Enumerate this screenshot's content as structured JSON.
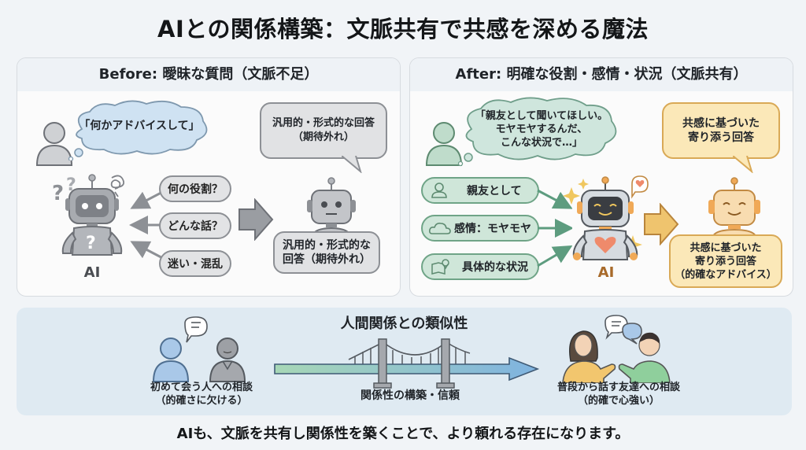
{
  "title": "AIとの関係構築：文脈共有で共感を深める魔法",
  "before": {
    "heading": "Before: 曖昧な質問（文脈不足）",
    "user_thought": "「何かアドバイスして」",
    "ai_label": "AI",
    "confusions": [
      "何の役割？",
      "どんな話？",
      "迷い・混乱"
    ],
    "response_bubble": "汎用的・形式的な回答\n（期待外れ）",
    "response_box": "汎用的・形式的な\n回答（期待外れ）"
  },
  "after": {
    "heading": "After: 明確な役割・感情・状況（文脈共有）",
    "user_thought": "「親友として聞いてほしい。\nモヤモヤするんだ、\nこんな状況で…」",
    "ai_label": "AI",
    "contexts": [
      {
        "icon": "person-icon",
        "label": "親友として"
      },
      {
        "icon": "cloud-icon",
        "label": "感情：モヤモヤ"
      },
      {
        "icon": "map-pin-icon",
        "label": "具体的な状況"
      }
    ],
    "response_bubble": "共感に基づいた\n寄り添う回答",
    "response_box": "共感に基づいた\n寄り添う回答\n（的確なアドバイス）"
  },
  "similarity": {
    "heading": "人間関係との類似性",
    "left_caption": "初めて会う人への相談\n（的確さに欠ける）",
    "middle_caption": "関係性の構築・信頼",
    "right_caption": "普段から話す友達への相談\n（的確で心強い）"
  },
  "footer": "AIも、文脈を共有し関係性を築くことで、より頼れる存在になります。",
  "colors": {
    "grey_accent": "#8d9095",
    "green_accent": "#6fa487",
    "orange_accent": "#e49a55",
    "yellow_fill": "#fbe8b8",
    "blue_person": "#a9c8e8"
  }
}
